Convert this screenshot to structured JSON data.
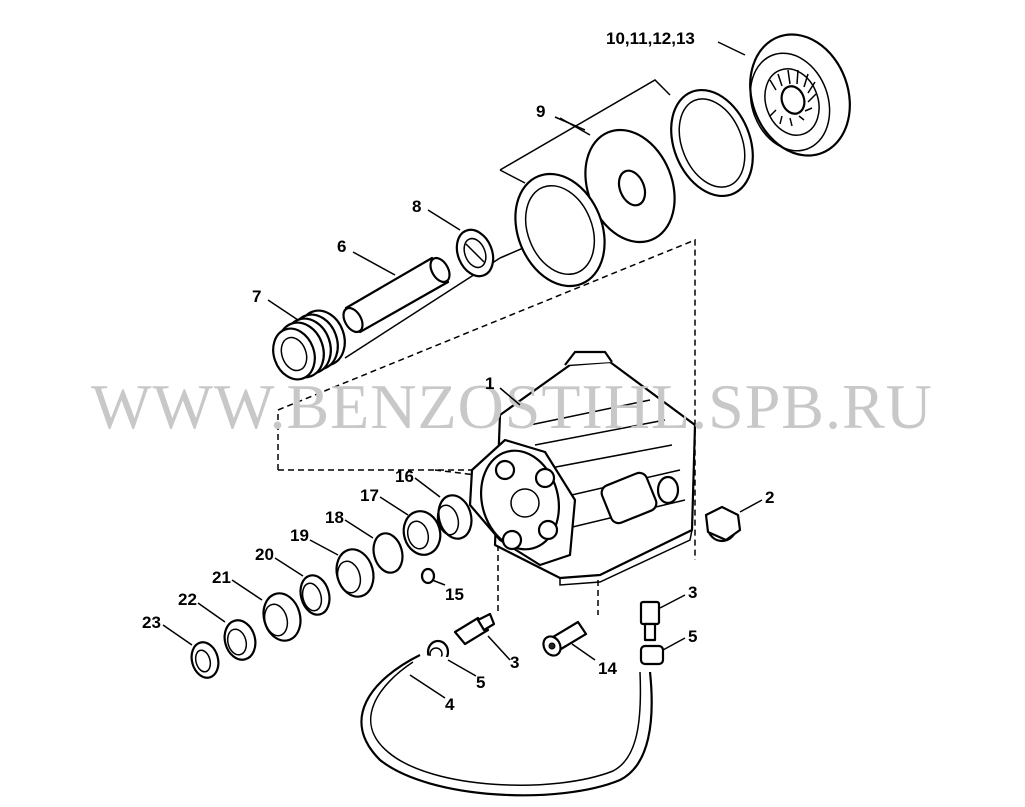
{
  "watermark": "WWW.BENZOSTIHL.SPB.RU",
  "callouts": {
    "c1": "1",
    "c2": "2",
    "c3a": "3",
    "c3b": "3",
    "c4": "4",
    "c5a": "5",
    "c5b": "5",
    "c6": "6",
    "c7": "7",
    "c8": "8",
    "c9": "9",
    "c10_13": "10,11,12,13",
    "c14": "14",
    "c15": "15",
    "c16": "16",
    "c17": "17",
    "c18": "18",
    "c19": "19",
    "c20": "20",
    "c21": "21",
    "c22": "22",
    "c23": "23"
  }
}
